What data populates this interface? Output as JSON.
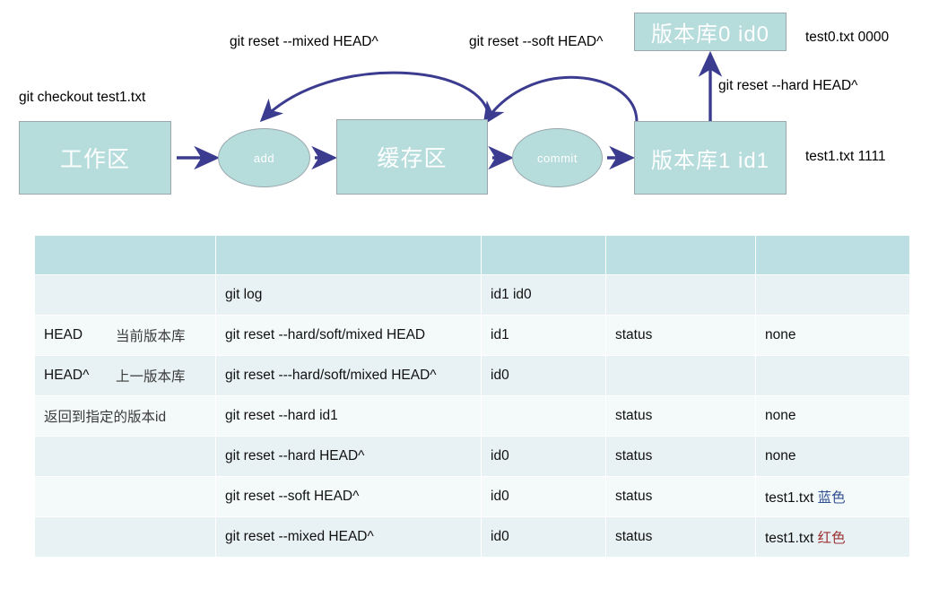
{
  "diagram": {
    "nodes": {
      "workspace": "工作区",
      "stage": "缓存区",
      "repo1": "版本库1 id1",
      "repo0": "版本库0  id0",
      "add": "add",
      "commit": "commit"
    },
    "labels": {
      "checkout": "git checkout test1.txt",
      "reset_mixed": "git reset --mixed HEAD^",
      "reset_soft": "git reset --soft HEAD^",
      "reset_hard": "git reset --hard HEAD^",
      "test0": "test0.txt  0000",
      "test1": "test1.txt  1111"
    },
    "colors": {
      "node_fill": "#b6dcdc",
      "node_border": "#9aa8ad",
      "node_text": "#ffffff",
      "arrow": "#3b3b8f"
    }
  },
  "table": {
    "headers": [
      "",
      "",
      "",
      "",
      ""
    ],
    "rows": [
      {
        "ref": "",
        "ref_desc": "",
        "ref_full": "",
        "command": "git log",
        "result_id": "id1  id0",
        "check": "",
        "files": "",
        "files_note": "",
        "note_color": ""
      },
      {
        "ref": "HEAD",
        "ref_desc": "当前版本库",
        "ref_full": "",
        "command": "git reset --hard/soft/mixed HEAD",
        "result_id": "id1",
        "check": "status",
        "files": "none",
        "files_note": "",
        "note_color": ""
      },
      {
        "ref": "HEAD^",
        "ref_desc": "上一版本库",
        "ref_full": "",
        "command": "git reset ---hard/soft/mixed HEAD^",
        "result_id": "id0",
        "check": "",
        "files": "",
        "files_note": "",
        "note_color": ""
      },
      {
        "ref": "",
        "ref_desc": "",
        "ref_full": "返回到指定的版本id",
        "command": "git reset --hard id1",
        "result_id": "",
        "check": "status",
        "files": "none",
        "files_note": "",
        "note_color": ""
      },
      {
        "ref": "",
        "ref_desc": "",
        "ref_full": "",
        "command": "git reset --hard HEAD^",
        "result_id": "id0",
        "check": "status",
        "files": "none",
        "files_note": "",
        "note_color": ""
      },
      {
        "ref": "",
        "ref_desc": "",
        "ref_full": "",
        "command": "git reset --soft HEAD^",
        "result_id": "id0",
        "check": "status",
        "files": "test1.txt",
        "files_note": "蓝色",
        "note_color": "blue"
      },
      {
        "ref": "",
        "ref_desc": "",
        "ref_full": "",
        "command": "git reset --mixed HEAD^",
        "result_id": "id0",
        "check": "status",
        "files": "test1.txt",
        "files_note": "红色",
        "note_color": "red"
      }
    ]
  }
}
